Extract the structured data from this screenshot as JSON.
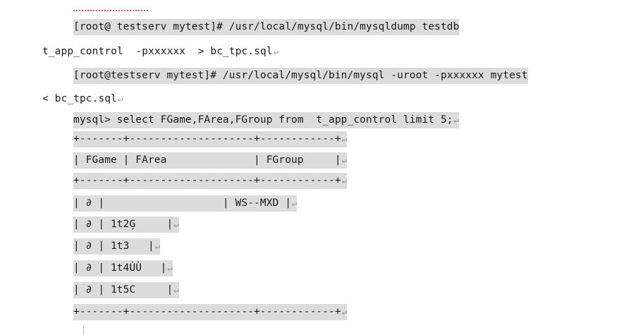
{
  "return_mark": "↵",
  "lines": [
    "[root@ testserv mytest]# /usr/local/mysql/bin/mysqldump testdb",
    "t_app_control  -pxxxxxx  > bc_tpc.sql",
    "[root@testserv mytest]# /usr/local/mysql/bin/mysql -uroot -pxxxxxx mytest",
    "< bc_tpc.sql",
    "mysql> select FGame,FArea,FGroup from  t_app_control limit 5;",
    "+-------+--------------------+------------+",
    "| FGame | FArea              | FGroup     |",
    "+-------+--------------------+------------+",
    "| ∂ |                   | WS--MXD |",
    "| ∂ | 1t2Ģ     |",
    "| ∂ | 1t3   |",
    "| ∂ | 1t4ÙÙ   |",
    "| ∂ | 1t5C     |",
    "+-------+--------------------+------------+"
  ]
}
